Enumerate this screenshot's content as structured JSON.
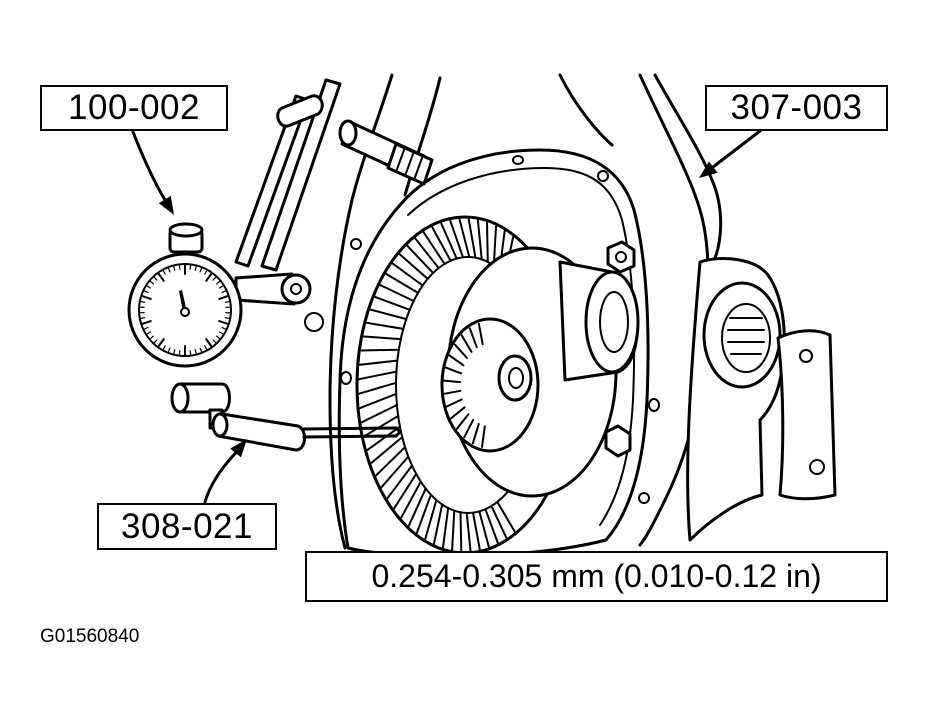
{
  "labels": {
    "dial_indicator_tool": "100-002",
    "fixture_tool": "307-003",
    "adapter_tool": "308-021",
    "specification": "0.254-0.305 mm (0.010-0.12 in)"
  },
  "figure_code": "G01560840"
}
